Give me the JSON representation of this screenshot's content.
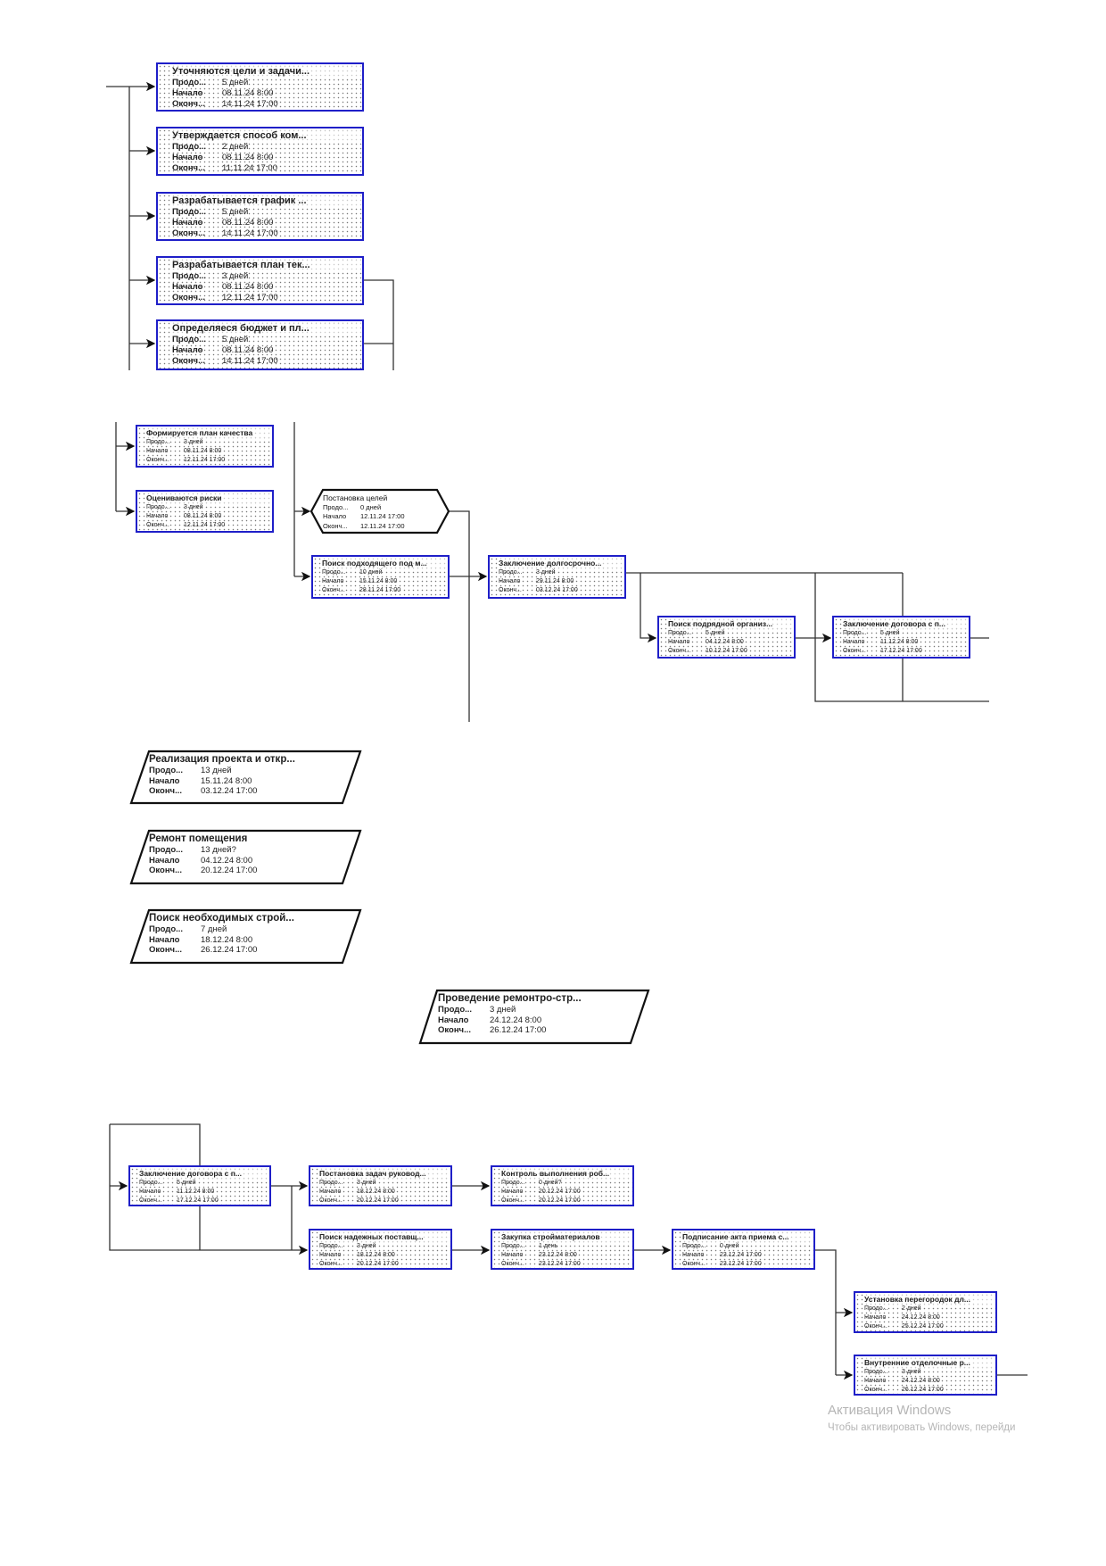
{
  "labels": {
    "duration": "Продо...",
    "start": "Начало",
    "finish": "Оконч..."
  },
  "section1": [
    {
      "title": "Уточняются цели и задачи...",
      "duration": "5 дней",
      "start": "08.11.24 8:00",
      "finish": "14.11.24 17:00"
    },
    {
      "title": "Утверждается способ ком...",
      "duration": "2 дней",
      "start": "08.11.24 8:00",
      "finish": "11.11.24 17:00"
    },
    {
      "title": "Разрабатывается график ...",
      "duration": "5 дней",
      "start": "08.11.24 8:00",
      "finish": "14.11.24 17:00"
    },
    {
      "title": "Разрабатывается план тек...",
      "duration": "3 дней",
      "start": "08.11.24 8:00",
      "finish": "12.11.24 17:00"
    },
    {
      "title": "Определяеся бюджет и пл...",
      "duration": "5 дней",
      "start": "08.11.24 8:00",
      "finish": "14.11.24 17:00"
    }
  ],
  "section2": [
    {
      "title": "Формируется план качества",
      "duration": "3 дней",
      "start": "08.11.24 8:00",
      "finish": "12.11.24 17:00"
    },
    {
      "title": "Оцениваются риски",
      "duration": "3 дней",
      "start": "08.11.24 8:00",
      "finish": "12.11.24 17:00"
    },
    {
      "title": "Поиск подходящего под м...",
      "duration": "10 дней",
      "start": "15.11.24 8:00",
      "finish": "28.11.24 17:00"
    },
    {
      "title": "Заключение долгосрочно...",
      "duration": "3 дней",
      "start": "29.11.24 8:00",
      "finish": "03.12.24 17:00"
    },
    {
      "title": "Поиск подрядной организ...",
      "duration": "5 дней",
      "start": "04.12.24 8:00",
      "finish": "10.12.24 17:00"
    },
    {
      "title": "Заключение договора с п...",
      "duration": "5 дней",
      "start": "11.12.24 8:00",
      "finish": "17.12.24 17:00"
    }
  ],
  "milestone": {
    "title": "Постановка целей",
    "duration": "0 дней",
    "start": "12.11.24 17:00",
    "finish": "12.11.24 17:00"
  },
  "summaries": [
    {
      "title": "Реализация проекта и откр...",
      "duration": "13 дней",
      "start": "15.11.24 8:00",
      "finish": "03.12.24 17:00"
    },
    {
      "title": "Ремонт помещения",
      "duration": "13 дней?",
      "start": "04.12.24 8:00",
      "finish": "20.12.24 17:00"
    },
    {
      "title": "Поиск необходимых строй...",
      "duration": "7 дней",
      "start": "18.12.24 8:00",
      "finish": "26.12.24 17:00"
    },
    {
      "title": "Проведение ремонтро-стр...",
      "duration": "3 дней",
      "start": "24.12.24 8:00",
      "finish": "26.12.24 17:00"
    }
  ],
  "section4": [
    {
      "title": "Заключение договора с п...",
      "duration": "5 дней",
      "start": "11.12.24 8:00",
      "finish": "17.12.24 17:00"
    },
    {
      "title": "Постановка задач руковод...",
      "duration": "3 дней",
      "start": "18.12.24 8:00",
      "finish": "20.12.24 17:00"
    },
    {
      "title": "Контроль выполнения роб...",
      "duration": "0 дней?",
      "start": "20.12.24 17:00",
      "finish": "20.12.24 17:00"
    },
    {
      "title": "Поиск надежных поставщ...",
      "duration": "3 дней",
      "start": "18.12.24 8:00",
      "finish": "20.12.24 17:00"
    },
    {
      "title": "Закупка стройматериалов",
      "duration": "1 день",
      "start": "23.12.24 8:00",
      "finish": "23.12.24 17:00"
    },
    {
      "title": "Подписание акта приема с...",
      "duration": "0 дней",
      "start": "23.12.24 17:00",
      "finish": "23.12.24 17:00"
    },
    {
      "title": "Установка перегородок дл...",
      "duration": "2 дней",
      "start": "24.12.24 8:00",
      "finish": "25.12.24 17:00"
    },
    {
      "title": "Внутренние отделочные р...",
      "duration": "3 дней",
      "start": "24.12.24 8:00",
      "finish": "26.12.24 17:00"
    }
  ],
  "watermark": {
    "line1": "Активация Windows",
    "line2": "Чтобы активировать Windows, перейди"
  },
  "colors": {
    "task_border": "#1f1fc8",
    "line": "#333333"
  }
}
